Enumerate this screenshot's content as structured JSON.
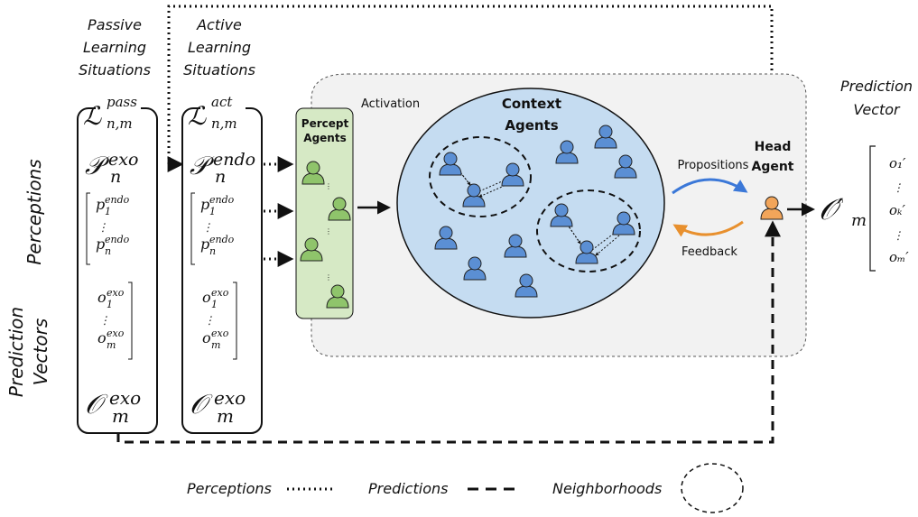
{
  "columns": {
    "passive": {
      "title": [
        "Passive",
        "Learning",
        "Situations"
      ],
      "header": "ℒ",
      "header_sup": "pass",
      "header_sub": "n,m",
      "perception": "𝒫",
      "perception_sup": "exo",
      "perception_sub": "n",
      "p_vec": {
        "top_sup": "endo",
        "top_sub": "1",
        "bottom_sup": "endo",
        "bottom_sub": "n",
        "letter": "p"
      },
      "o_vec": {
        "top_sup": "exo",
        "top_sub": "1",
        "bottom_sup": "exo",
        "bottom_sub": "m",
        "letter": "o"
      },
      "prediction": "𝒪",
      "prediction_sup": "exo",
      "prediction_sub": "m"
    },
    "active": {
      "title": [
        "Active",
        "Learning",
        "Situations"
      ],
      "header": "ℒ",
      "header_sup": "act",
      "header_sub": "n,m",
      "perception": "𝒫",
      "perception_sup": "endo",
      "perception_sub": "n",
      "p_vec": {
        "top_sup": "endo",
        "top_sub": "1",
        "bottom_sup": "endo",
        "bottom_sub": "n",
        "letter": "p"
      },
      "o_vec": {
        "top_sup": "exo",
        "top_sub": "1",
        "bottom_sup": "exo",
        "bottom_sub": "m",
        "letter": "o"
      },
      "prediction": "𝒪",
      "prediction_sup": "exo",
      "prediction_sub": "m"
    }
  },
  "side_labels": {
    "perceptions": "Perceptions",
    "prediction_vectors": [
      "Prediction",
      "Vectors"
    ]
  },
  "activation_label": "Activation",
  "percept_agents": [
    "Percept",
    "Agents"
  ],
  "context_agents": [
    "Context",
    "Agents"
  ],
  "propositions_label": "Propositions",
  "feedback_label": "Feedback",
  "head_agent": [
    "Head",
    "Agent"
  ],
  "output": {
    "symbol": "𝒪′",
    "symbol_sub": "m",
    "title": [
      "Prediction",
      "Vector"
    ],
    "entries": [
      "o₁′",
      "⋮",
      "oₖ′",
      "⋮",
      "oₘ′"
    ]
  },
  "vdots": "⋮",
  "legend": {
    "perceptions": "Perceptions",
    "predictions": "Predictions",
    "neighborhoods": "Neighborhoods"
  },
  "colors": {
    "percept_agent": "#8fc46b",
    "percept_box": "#d6e9c5",
    "context_agent": "#5b8fd4",
    "context_bg": "#c5dcf1",
    "head_agent": "#f2a55a",
    "propositions_arrow": "#3b78d8",
    "feedback_arrow": "#e8902e",
    "process_bg": "#f2f2f2"
  }
}
